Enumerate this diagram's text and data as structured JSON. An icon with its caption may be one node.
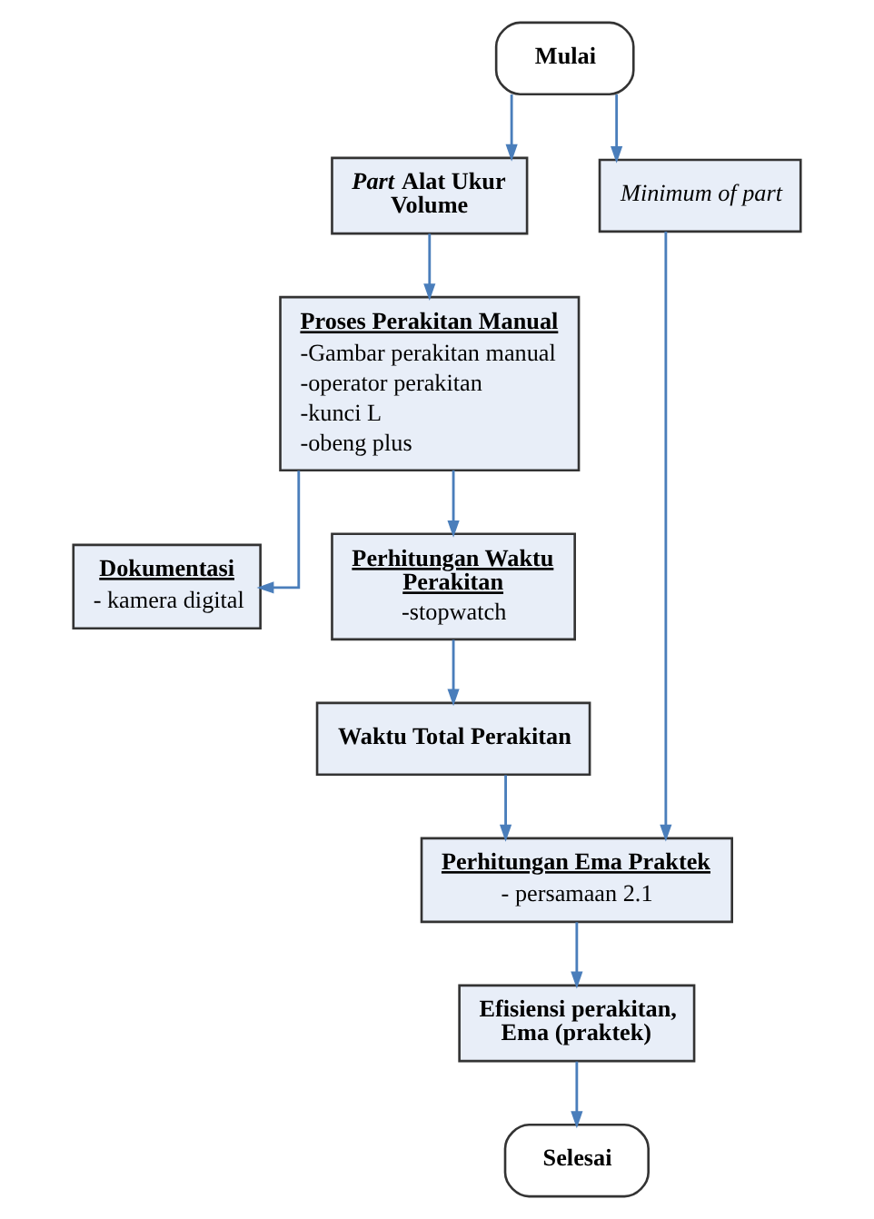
{
  "diagram": {
    "nodes": [
      {
        "text": [
          "Mulai"
        ]
      },
      {
        "text": [
          "*Part* Alat Ukur Volume"
        ]
      },
      {
        "text": [
          "Minimum of part"
        ]
      },
      {
        "text": [
          "Proses Perakitan Manual",
          "-Gambar perakitan manual",
          "-operator perakitan",
          "-kunci L",
          "-obeng plus"
        ]
      },
      {
        "text": [
          "Dokumentasi",
          "- kamera digital"
        ]
      },
      {
        "text": [
          "Perhitungan Waktu Perakitan",
          "-stopwatch"
        ]
      },
      {
        "text": [
          "Waktu Total Perakitan"
        ]
      },
      {
        "text": [
          "Perhitungan Ema Praktek",
          "- persamaan 2.1"
        ]
      },
      {
        "text": [
          "Efisiensi perakitan, Ema (praktek)"
        ]
      },
      {
        "text": [
          "Selesai"
        ]
      }
    ],
    "edges": [
      {
        "from": 0,
        "to": 1,
        "arrow": "to"
      },
      {
        "from": 0,
        "to": 2,
        "arrow": "to"
      },
      {
        "from": 1,
        "to": 3,
        "arrow": "to"
      },
      {
        "from": 3,
        "to": 4,
        "arrow": "to"
      },
      {
        "from": 3,
        "to": 5,
        "arrow": "to"
      },
      {
        "from": 5,
        "to": 6,
        "arrow": "to"
      },
      {
        "from": 6,
        "to": 7,
        "arrow": "to"
      },
      {
        "from": 2,
        "to": 7,
        "arrow": "to"
      },
      {
        "from": 7,
        "to": 8,
        "arrow": "to"
      },
      {
        "from": 8,
        "to": 9,
        "arrow": "to"
      }
    ]
  }
}
